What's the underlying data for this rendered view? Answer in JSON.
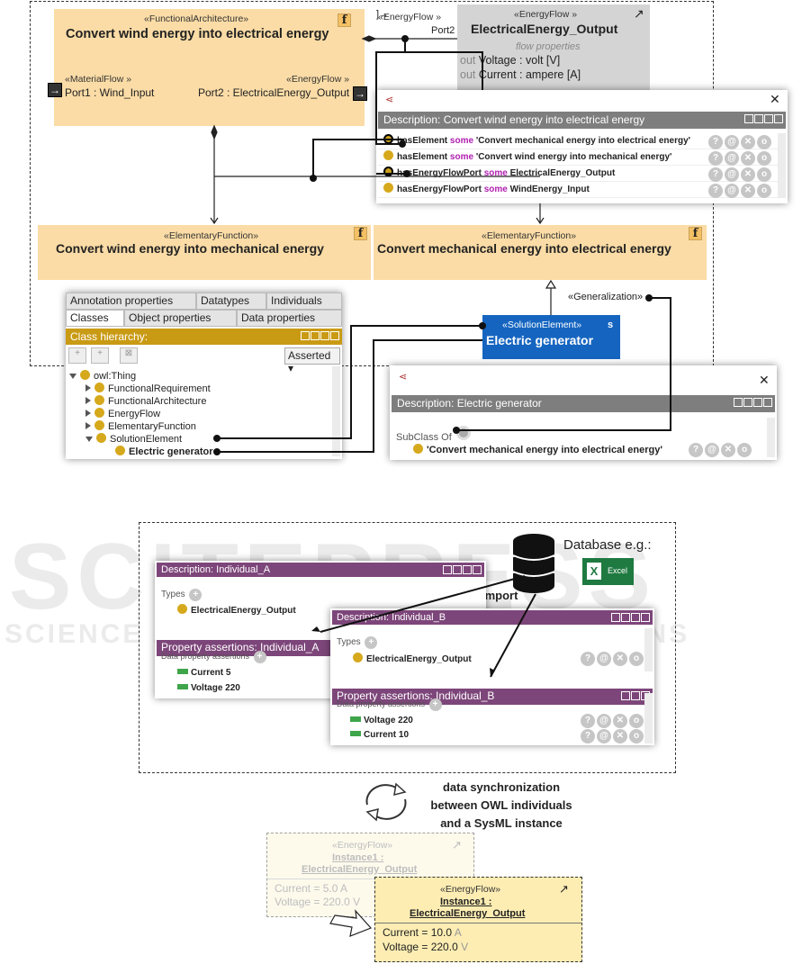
{
  "fa": {
    "stereo": "«FunctionalArchitecture»",
    "title": "Convert wind energy into electrical energy",
    "badge": "f",
    "mflow_stereo": "«MaterialFlow »",
    "port1": "Port1 : Wind_Input",
    "eflow_stereo": "«EnergyFlow »",
    "port2": "Port2 : ElectricalEnergy_Output",
    "ext_stereo": "«EnergyFlow »",
    "ext_port": "Port2"
  },
  "eo": {
    "stereo": "«EnergyFlow »",
    "title": "ElectricalEnergy_Output",
    "sub": "flow properties",
    "p1_kw": "out",
    "p1": "Voltage : volt [V]",
    "p2_kw": "out",
    "p2": "Current : ampere [A]"
  },
  "desc1": {
    "header": "Description: Convert wind energy into electrical energy",
    "rows": [
      {
        "pre": "hasElement",
        "kw": "some",
        "post": "'Convert mechanical energy into electrical energy'"
      },
      {
        "pre": "hasElement",
        "kw": "some",
        "post": "'Convert wind energy into  mechanical energy'"
      },
      {
        "pre": "hasEnergyFlowPort",
        "kw": "some",
        "post": "ElectricalEnergy_Output"
      },
      {
        "pre": "hasEnergyFlowPort",
        "kw": "some",
        "post": "WindEnergy_Input"
      }
    ]
  },
  "ef1": {
    "stereo": "«ElementaryFunction»",
    "title": "Convert wind energy into mechanical energy",
    "badge": "f"
  },
  "ef2": {
    "stereo": "«ElementaryFunction»",
    "title": "Convert mechanical energy into electrical energy",
    "badge": "f"
  },
  "gen_label": "«Generalization»",
  "se": {
    "stereo": "«SolutionElement»",
    "title": "Electric generator",
    "badge": "s"
  },
  "classes": {
    "tabs_top": [
      "Annotation properties",
      "Datatypes",
      "Individuals"
    ],
    "tabs_bottom": [
      "Classes",
      "Object properties",
      "Data properties"
    ],
    "header": "Class hierarchy:",
    "dropdown": "Asserted",
    "tree": [
      "owl:Thing",
      "FunctionalRequirement",
      "FunctionalArchitecture",
      "EnergyFlow",
      "ElementaryFunction",
      "SolutionElement",
      "Electric generator"
    ]
  },
  "desc2": {
    "header": "Description: Electric generator",
    "subclass": "SubClass Of",
    "item": "'Convert mechanical energy into electrical energy'"
  },
  "db": {
    "label": "Database e.g.:",
    "excel": "Excel",
    "import": "import"
  },
  "indA": {
    "header": "Description: Individual_A",
    "types_label": "Types",
    "type": "ElectricalEnergy_Output",
    "prop_header": "Property assertions: Individual_A",
    "dpa": "Data property assertions",
    "vals": [
      {
        "name": "Current",
        "val": "5"
      },
      {
        "name": "Voltage",
        "val": "220"
      }
    ]
  },
  "indB": {
    "header": "Description: Individual_B",
    "types_label": "Types",
    "type": "ElectricalEnergy_Output",
    "prop_header": "Property assertions: Individual_B",
    "dpa": "Data property assertions",
    "vals": [
      {
        "name": "Voltage",
        "val": "220"
      },
      {
        "name": "Current",
        "val": "10"
      }
    ]
  },
  "sync": {
    "l1": "data synchronization",
    "l2": "between OWL individuals",
    "l3": "and a SysML instance"
  },
  "inst_old": {
    "stereo": "«EnergyFlow»",
    "name": "Instance1 :",
    "type": "ElectricalEnergy_Output",
    "cur": "Current = 5.0",
    "cur_u": "A",
    "vol": "Voltage = 220.0",
    "vol_u": "V"
  },
  "inst_new": {
    "stereo": "«EnergyFlow»",
    "name": "Instance1 :",
    "type": "ElectricalEnergy_Output",
    "cur": "Current = 10.0",
    "cur_u": "A",
    "vol": "Voltage = 220.0",
    "vol_u": "V"
  },
  "watermark": {
    "big": "SCITEPRESS",
    "small": "SCIENCE AND TECHNOLOGY PUBLICATIONS"
  },
  "colors": {
    "block": "#fbdca6",
    "gray_block": "#d4d4d4",
    "solution": "#1565c0",
    "purple": "#7d467a",
    "gold": "#c99a14",
    "keyword": "#b020b0"
  }
}
